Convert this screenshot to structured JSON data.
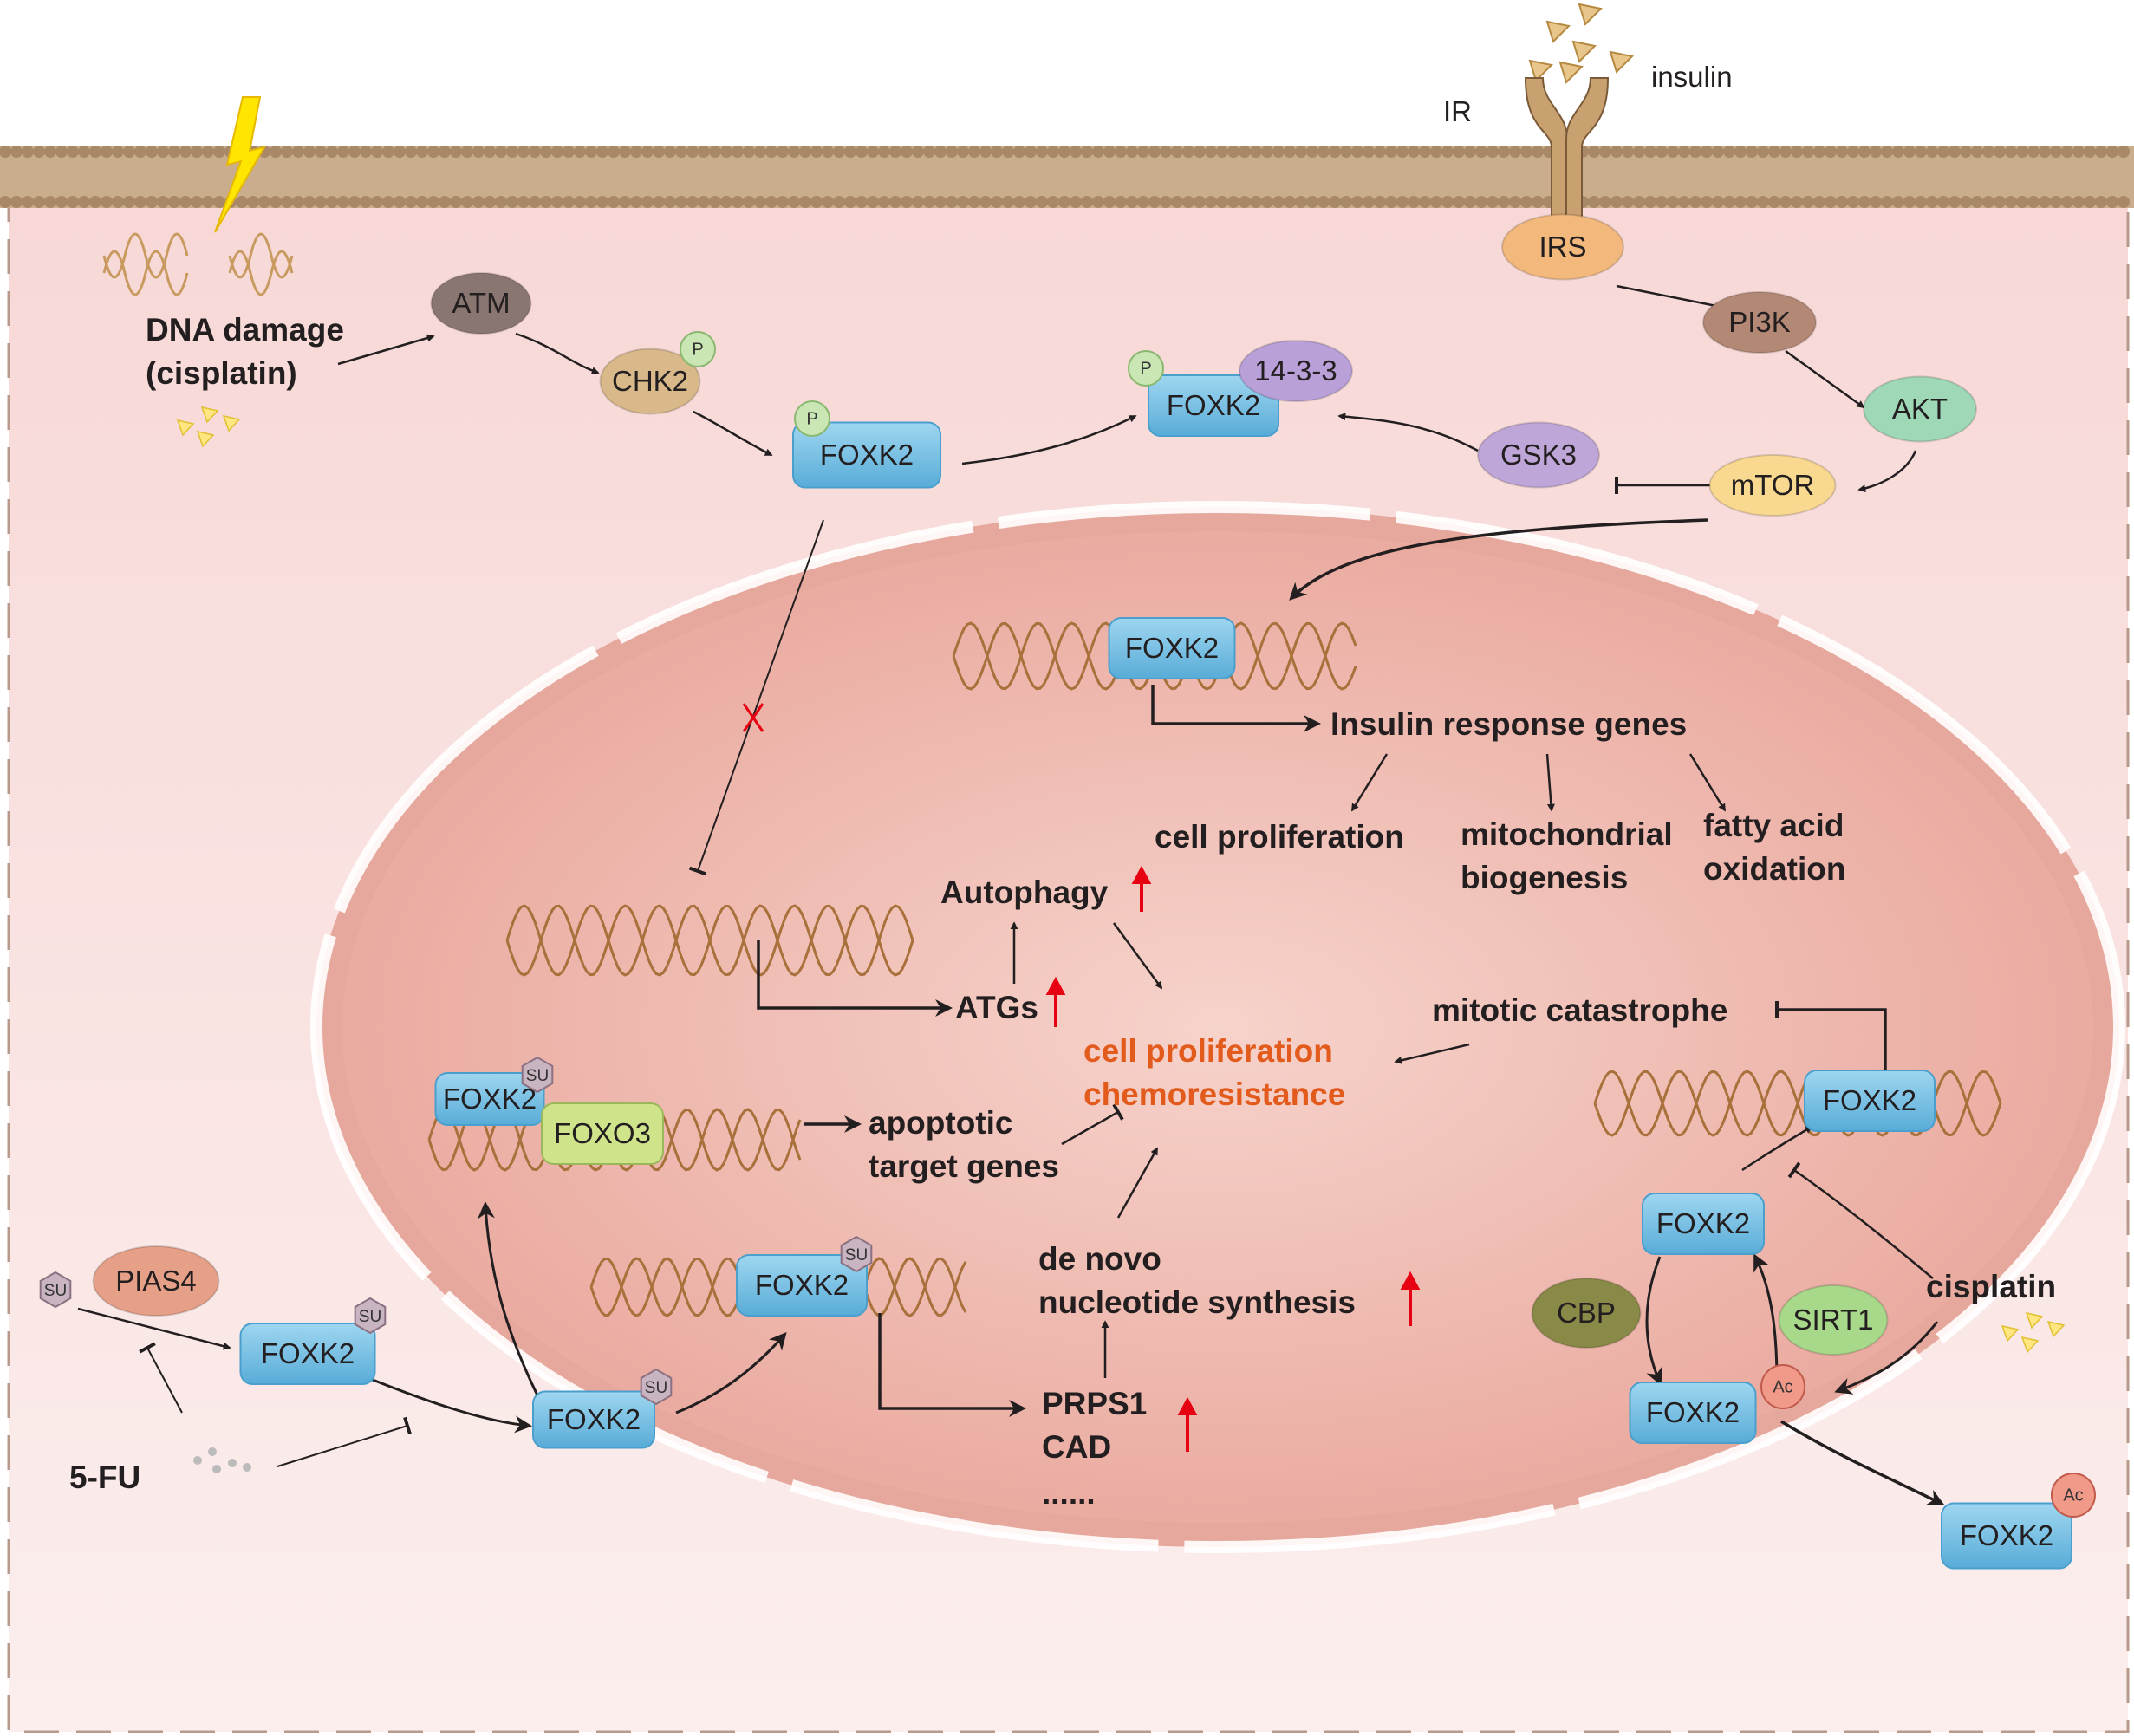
{
  "colors": {
    "foxk2_fill": "#7cc3e6",
    "foxk2_edge": "#4a9fcc",
    "cytoplasm": "#f7dcda",
    "nucleus": "#efb3a8",
    "membrane": "#b89a7a",
    "dna": "#a8703a",
    "accent": "#e25a1c",
    "up_arrow": "#e60012"
  },
  "membrane_labels": {
    "ir": "IR",
    "insulin": "insulin"
  },
  "cytoplasm": {
    "dna_damage_line1": "DNA damage",
    "dna_damage_line2": "(cisplatin)",
    "atm": "ATM",
    "chk2": "CHK2",
    "foxk2_p": "FOXK2",
    "foxk2_1433": "FOXK2",
    "prot_1433": "14-3-3",
    "irs": "IRS",
    "pi3k": "PI3K",
    "akt": "AKT",
    "mtor": "mTOR",
    "gsk3": "GSK3",
    "pias4": "PIAS4",
    "foxk2_su_cyto": "FOXK2",
    "five_fu": "5-FU",
    "foxk2_ac_out": "FOXK2"
  },
  "modifiers": {
    "p": "P",
    "su": "SU",
    "ac": "Ac"
  },
  "nucleus": {
    "foxk2_insulin": "FOXK2",
    "insulin_response": "Insulin response genes",
    "cell_proliferation": "cell proliferation",
    "mito_line1": "mitochondrial",
    "mito_line2": "biogenesis",
    "fatty_line1": "fatty acid",
    "fatty_line2": "oxidation",
    "autophagy": "Autophagy",
    "atgs": "ATGs",
    "outcome_line1": "cell proliferation",
    "outcome_line2": "chemoresistance",
    "mitotic": "mitotic catastrophe",
    "foxk2_mitotic": "FOXK2",
    "foxk2_foxo3": "FOXK2",
    "foxo3": "FOXO3",
    "apoptotic_line1": "apoptotic",
    "apoptotic_line2": "target genes",
    "foxk2_nuc_su": "FOXK2",
    "denovo_line1": "de novo",
    "denovo_line2": "nucleotide synthesis",
    "prps1": "PRPS1",
    "cad": "CAD",
    "dots": "......",
    "foxk2_su_entry": "FOXK2",
    "foxk2_sirt": "FOXK2",
    "cbp": "CBP",
    "sirt1": "SIRT1",
    "foxk2_ac": "FOXK2",
    "cisplatin": "cisplatin"
  }
}
